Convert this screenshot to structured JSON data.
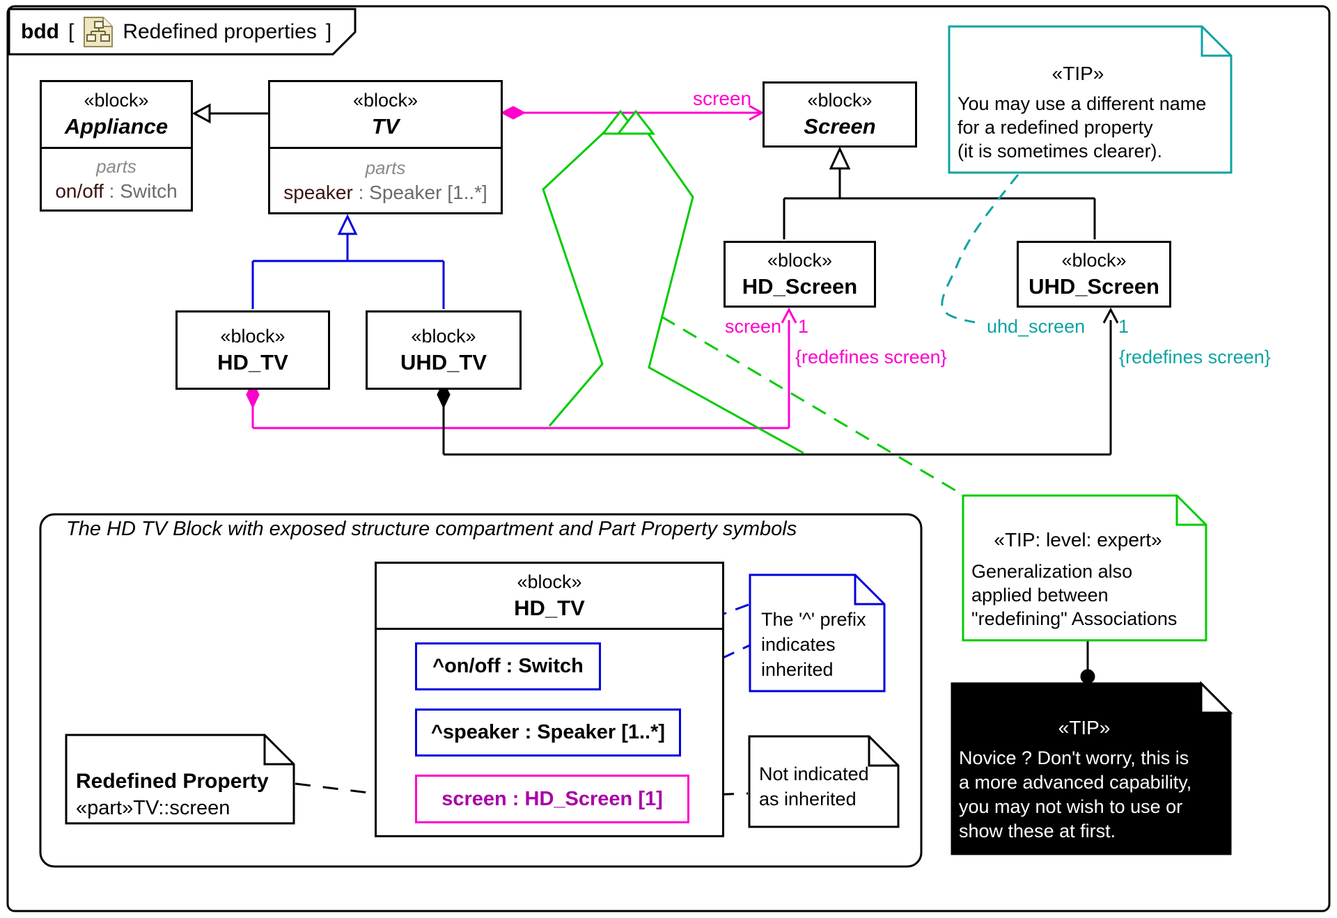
{
  "frame": {
    "kind": "bdd",
    "open": "[",
    "close": "]",
    "name": "Redefined properties"
  },
  "blocks": {
    "appliance": {
      "stereo": "«block»",
      "name": "Appliance",
      "cmp": "parts",
      "part_name": "on/off",
      "part_rest": " : Switch"
    },
    "tv": {
      "stereo": "«block»",
      "name": "TV",
      "cmp": "parts",
      "part_name": "speaker",
      "part_rest": " : Speaker [1..*]"
    },
    "screen": {
      "stereo": "«block»",
      "name": "Screen"
    },
    "hd_screen": {
      "stereo": "«block»",
      "name": "HD_Screen"
    },
    "uhd_screen": {
      "stereo": "«block»",
      "name": "UHD_Screen"
    },
    "hd_tv": {
      "stereo": "«block»",
      "name": "HD_TV"
    },
    "uhd_tv": {
      "stereo": "«block»",
      "name": "UHD_TV"
    }
  },
  "assoc": {
    "label": "screen",
    "hd_end": {
      "role": "screen",
      "mult": "1",
      "constraint": "{redefines screen}"
    },
    "uhd_end": {
      "role": "uhd_screen",
      "mult": "1",
      "constraint": "{redefines screen}"
    }
  },
  "container": {
    "title": "The HD TV Block with exposed structure compartment and Part Property symbols"
  },
  "detail": {
    "stereo": "«block»",
    "name": "HD_TV",
    "prop1": "^on/off : Switch",
    "prop2": "^speaker : Speaker [1..*]",
    "prop3": "screen : HD_Screen [1]"
  },
  "notes": {
    "tip": {
      "title": "«TIP»",
      "line1": "You may use a different name",
      "line2": "for a redefined property",
      "line3": "(it is sometimes clearer)."
    },
    "expert": {
      "title": "«TIP: level: expert»",
      "line1": "Generalization also",
      "line2": "applied between",
      "line3": "\"redefining\" Associations"
    },
    "novice": {
      "title": "«TIP»",
      "line1": "Novice ? Don't worry, this is",
      "line2": "a more advanced capability,",
      "line3": "you may not wish to use or",
      "line4": "show these at first."
    },
    "prefix": {
      "line1": "The '^' prefix",
      "line2": "indicates",
      "line3": "inherited"
    },
    "notind": {
      "line1": "Not indicated",
      "line2": "as inherited"
    },
    "redef": {
      "title": "Redefined Property",
      "subtitle": "«part»TV::screen"
    }
  },
  "colors": {
    "magenta": "#ff00cc",
    "teal": "#0da3a3",
    "green": "#00cc00",
    "blue": "#0000dd",
    "redefined_prop_text": "#a800a8"
  }
}
